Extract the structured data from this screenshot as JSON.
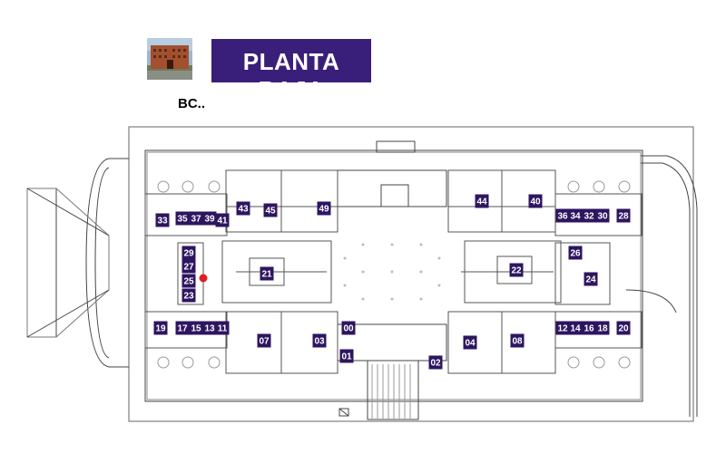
{
  "title": "PLANTA BAJA",
  "building_label": "BC..",
  "colors": {
    "title_bg": "#3a1f7a",
    "room_label_bg": "#2e1560",
    "marker": "#e02020"
  },
  "icons": {
    "building_photo": "building-photo-thumbnail",
    "location_marker": "red-dot-marker"
  },
  "rooms": [
    "33",
    "35",
    "37",
    "39",
    "41",
    "43",
    "45",
    "49",
    "44",
    "40",
    "36",
    "34",
    "32",
    "30",
    "28",
    "29",
    "27",
    "25",
    "23",
    "21",
    "22",
    "26",
    "24",
    "19",
    "17",
    "15",
    "13",
    "11",
    "07",
    "03",
    "00",
    "01",
    "02",
    "04",
    "08",
    "12",
    "14",
    "16",
    "18",
    "20"
  ]
}
